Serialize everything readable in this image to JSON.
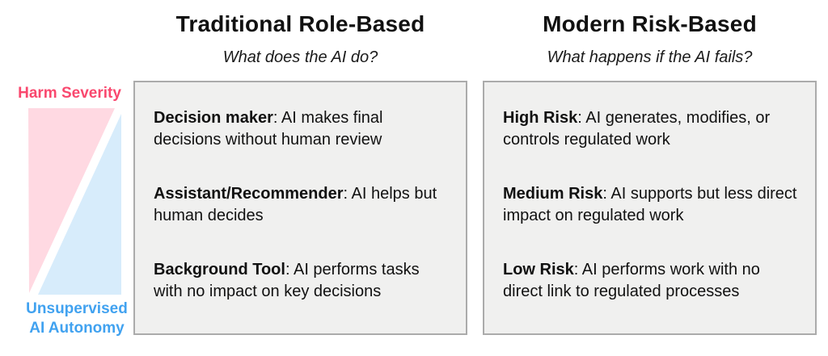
{
  "figure": {
    "axis": {
      "top_label": "Harm Severity",
      "bottom_label_line1": "Unsupervised",
      "bottom_label_line2": "AI Autonomy",
      "pink_fill": "#FFD9E2",
      "blue_fill": "#D7ECFB",
      "pink_text_color": "#F9486E",
      "blue_text_color": "#41A2F0"
    },
    "box_bg": "#F0F0EF",
    "box_border": "#ABABAB",
    "columns": [
      {
        "title": "Traditional Role-Based",
        "subtitle": "What does the AI do?",
        "items": [
          {
            "term": "Decision maker",
            "desc": ": AI makes final decisions without human review"
          },
          {
            "term": "Assistant/Recommender",
            "desc": ": AI helps but human decides"
          },
          {
            "term": "Background Tool",
            "desc": ": AI performs tasks with no impact on key decisions"
          }
        ]
      },
      {
        "title": "Modern Risk-Based",
        "subtitle": "What happens if the AI fails?",
        "items": [
          {
            "term": "High Risk",
            "desc": ": AI generates, modifies, or controls regulated work"
          },
          {
            "term": "Medium Risk",
            "desc": ": AI supports but less direct impact on regulated work"
          },
          {
            "term": "Low Risk",
            "desc": ": AI performs work with no direct link to regulated processes"
          }
        ]
      }
    ]
  }
}
